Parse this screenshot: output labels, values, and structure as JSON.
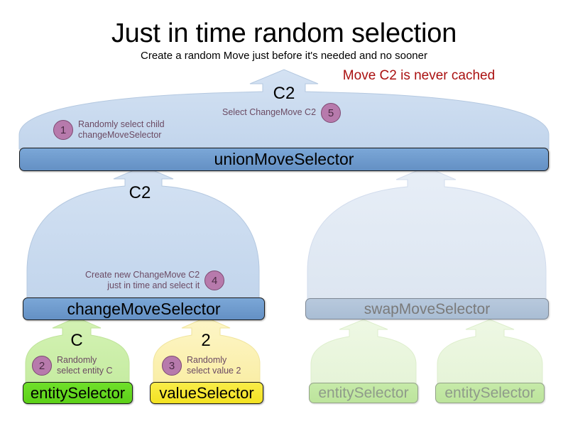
{
  "header": {
    "title": "Just in time random selection",
    "subtitle": "Create a random Move just before it's needed and no sooner",
    "callout": "Move C2 is never cached",
    "callout_color": "#aa1111"
  },
  "diagram": {
    "type": "hierarchy-flow",
    "nodes": [
      {
        "id": "unionMoveSelector",
        "label": "unionMoveSelector",
        "style": "blue",
        "active": true,
        "level": 0
      },
      {
        "id": "changeMoveSelector",
        "label": "changeMoveSelector",
        "style": "blue",
        "active": true,
        "level": 1
      },
      {
        "id": "swapMoveSelector",
        "label": "swapMoveSelector",
        "style": "blue-faded",
        "active": false,
        "level": 1
      },
      {
        "id": "entitySelector",
        "label": "entitySelector",
        "style": "green",
        "active": true,
        "level": 2
      },
      {
        "id": "valueSelector",
        "label": "valueSelector",
        "style": "yellow",
        "active": true,
        "level": 2
      },
      {
        "id": "entitySelector2",
        "label": "entitySelector",
        "style": "green-faded",
        "active": false,
        "level": 2
      },
      {
        "id": "entitySelector3",
        "label": "entitySelector",
        "style": "green-faded",
        "active": false,
        "level": 2
      }
    ],
    "flow_labels": {
      "union_out": "C2",
      "change_out": "C2",
      "entity_out": "C",
      "value_out": "2"
    },
    "steps": [
      {
        "number": "1",
        "text": "Randomly select child\nchangeMoveSelector",
        "on": "unionMoveSelector"
      },
      {
        "number": "2",
        "text": "Randomly\nselect entity C",
        "on": "entitySelector"
      },
      {
        "number": "3",
        "text": "Randomly\nselect value 2",
        "on": "valueSelector"
      },
      {
        "number": "4",
        "text": "Create new ChangeMove C2\njust in time and select it",
        "on": "changeMoveSelector"
      },
      {
        "number": "5",
        "text": "Select ChangeMove C2",
        "on": "unionMoveSelector"
      }
    ],
    "colors": {
      "blob_blue": "#cbdcf0",
      "blob_blue_faded": "#e0e8f3",
      "bar_blue": "#6f9bd1",
      "bar_blue_faded": "#aec0d6",
      "blob_green": "#cdeeab",
      "blob_green_faded": "#e9f6dd",
      "bar_green": "#62d81e",
      "bar_green_faded": "#c1e7a2",
      "blob_yellow": "#fbf0ae",
      "bar_yellow": "#f5e52e",
      "badge": "#b77aac",
      "annotation_text": "#6b4a63"
    }
  }
}
